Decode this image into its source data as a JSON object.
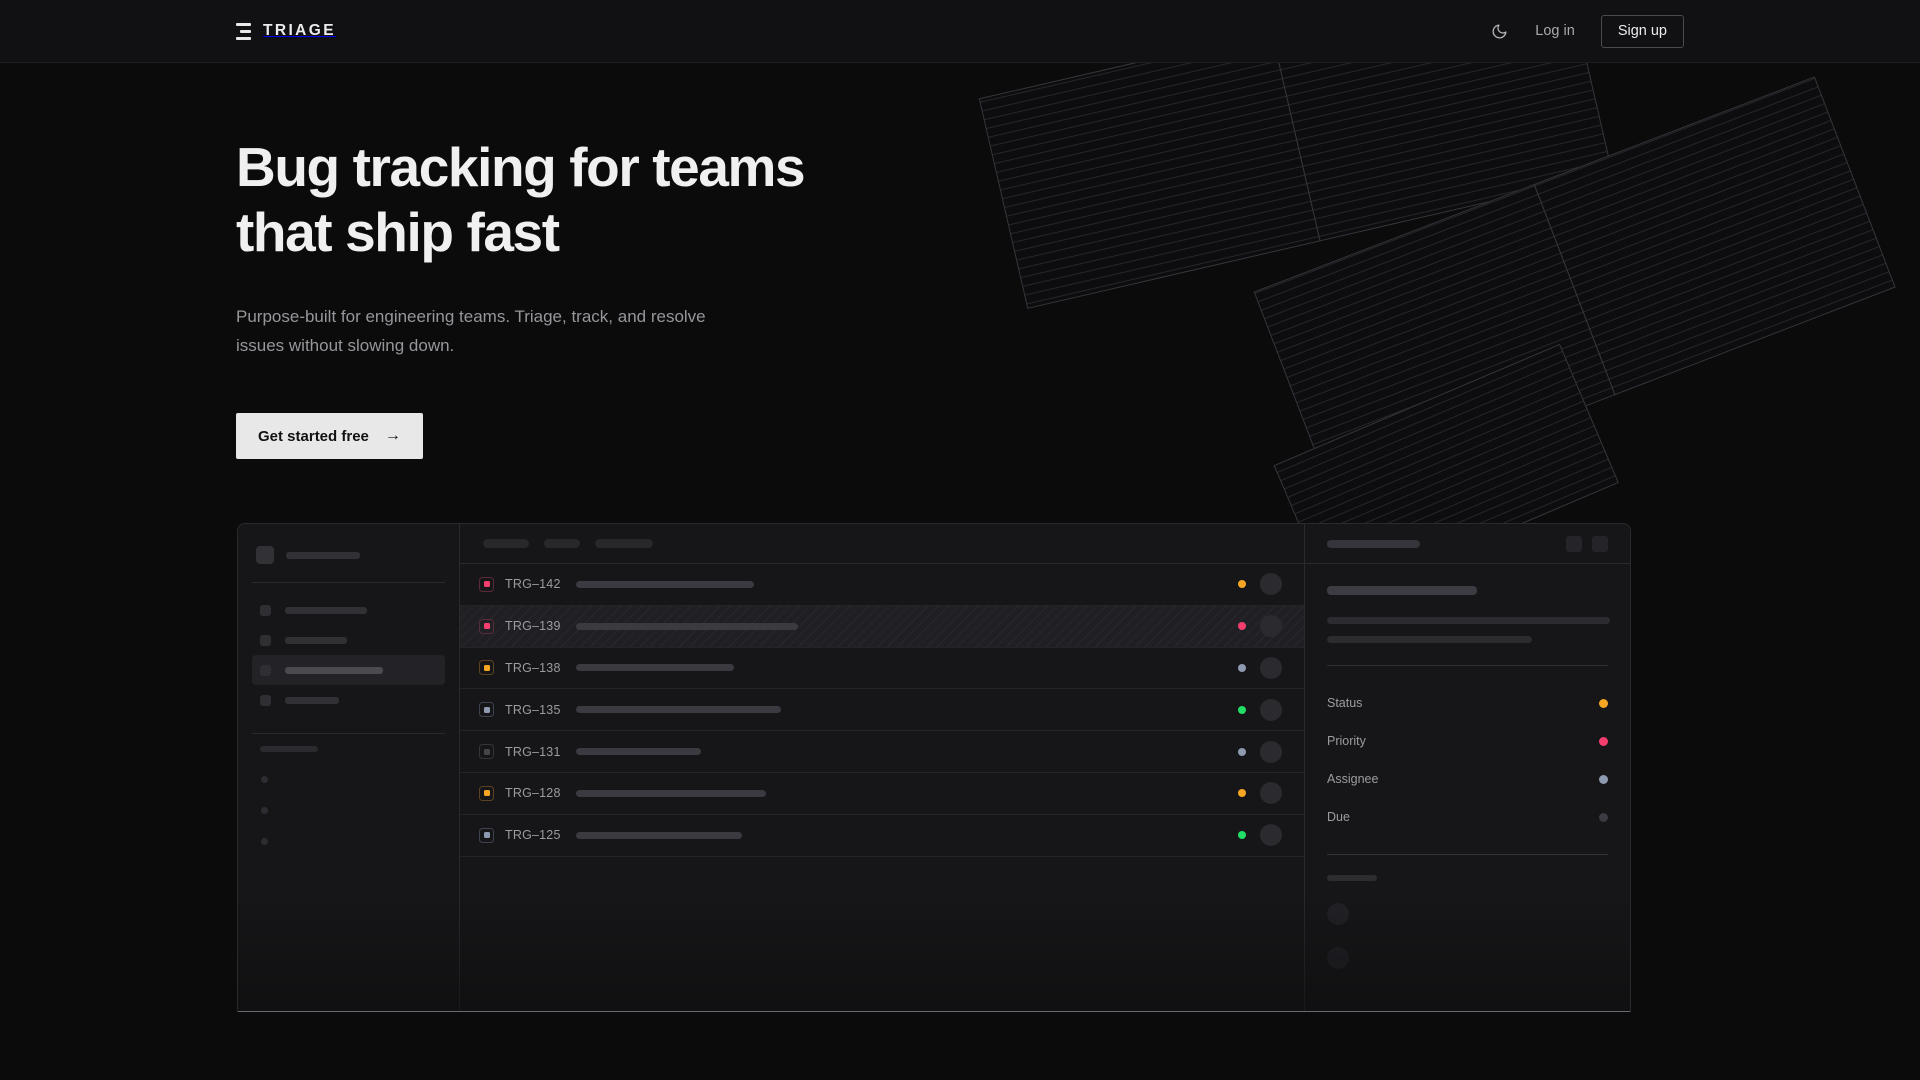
{
  "brand": {
    "name": "TRIAGE",
    "logo_icon": "stacked-bars-icon"
  },
  "nav": {
    "theme_toggle_icon": "moon-icon",
    "login_label": "Log in",
    "signup_label": "Sign up"
  },
  "hero": {
    "heading_line1": "Bug tracking for teams",
    "heading_line2": "that ship fast",
    "subheading": "Purpose-built for engineering teams. Triage, track, and resolve issues without slowing down.",
    "cta_label": "Get started free",
    "cta_arrow": "→"
  },
  "colors": {
    "page_bg": "#0b0b0c",
    "panel_bg": "#161618",
    "border": "#2a2a2e",
    "accent_light": "#e8e8e8",
    "status_orange": "#f5a623",
    "status_pink": "#f43f6e",
    "status_green": "#22dd66",
    "status_slate": "#8e9ab0",
    "status_gray": "#3a3a40"
  },
  "mockup": {
    "sidebar": {
      "nav_items": [
        {
          "active": false,
          "width": 82
        },
        {
          "active": false,
          "width": 62
        },
        {
          "active": true,
          "width": 98
        },
        {
          "active": false,
          "width": 54
        }
      ],
      "header_bar_width": 74,
      "mini_dots": 3
    },
    "toolbar": {
      "pills": [
        46,
        36,
        58
      ]
    },
    "list": {
      "rows": [
        {
          "id": "TRG–142",
          "chip_color": "#f43f6e",
          "chip_border": "#5a2b3a",
          "title_width": 178,
          "status_color": "#f5a623",
          "selected": false
        },
        {
          "id": "TRG–139",
          "chip_color": "#f43f6e",
          "chip_border": "#5a2b3a",
          "title_width": 222,
          "status_color": "#f43f6e",
          "selected": true
        },
        {
          "id": "TRG–138",
          "chip_color": "#f5a623",
          "chip_border": "#5c4320",
          "title_width": 158,
          "status_color": "#8e9ab0",
          "selected": false
        },
        {
          "id": "TRG–135",
          "chip_color": "#8e9ab0",
          "chip_border": "#3d444f",
          "title_width": 205,
          "status_color": "#22dd66",
          "selected": false
        },
        {
          "id": "TRG–131",
          "chip_color": "#45454c",
          "chip_border": "#35353b",
          "title_width": 125,
          "status_color": "#8e9ab0",
          "selected": false
        },
        {
          "id": "TRG–128",
          "chip_color": "#f5a623",
          "chip_border": "#5c4320",
          "title_width": 190,
          "status_color": "#f5a623",
          "selected": false
        },
        {
          "id": "TRG–125",
          "chip_color": "#8e9ab0",
          "chip_border": "#3d444f",
          "title_width": 166,
          "status_color": "#22dd66",
          "selected": false
        }
      ]
    },
    "detail": {
      "title_bar_width": 150,
      "body_lines": [
        283,
        205
      ],
      "fields": [
        {
          "label": "Status",
          "dot_color": "#f5a623"
        },
        {
          "label": "Priority",
          "dot_color": "#f43f6e"
        },
        {
          "label": "Assignee",
          "dot_color": "#8e9ab0"
        },
        {
          "label": "Due",
          "dot_color": "#3a3a40"
        }
      ],
      "comment_avatars": 2
    }
  }
}
